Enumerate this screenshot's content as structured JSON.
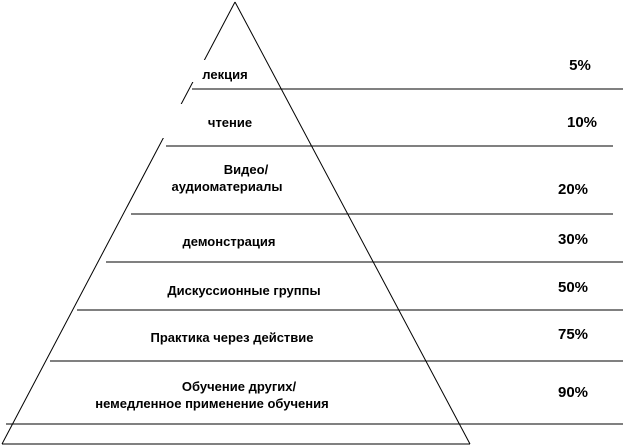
{
  "levels": [
    {
      "lines": [
        "лекция"
      ],
      "percent": "5%"
    },
    {
      "lines": [
        "чтение"
      ],
      "percent": "10%"
    },
    {
      "lines": [
        "Видео/",
        "аудиоматериалы"
      ],
      "percent": "20%"
    },
    {
      "lines": [
        "демонстрация"
      ],
      "percent": "30%"
    },
    {
      "lines": [
        "Дискуссионные группы"
      ],
      "percent": "50%"
    },
    {
      "lines": [
        "Практика через действие"
      ],
      "percent": "75%"
    },
    {
      "lines": [
        "Обучение других/",
        "немедленное применение обучения"
      ],
      "percent": "90%"
    }
  ],
  "colors": {
    "stroke": "#000000",
    "background": "#ffffff"
  }
}
